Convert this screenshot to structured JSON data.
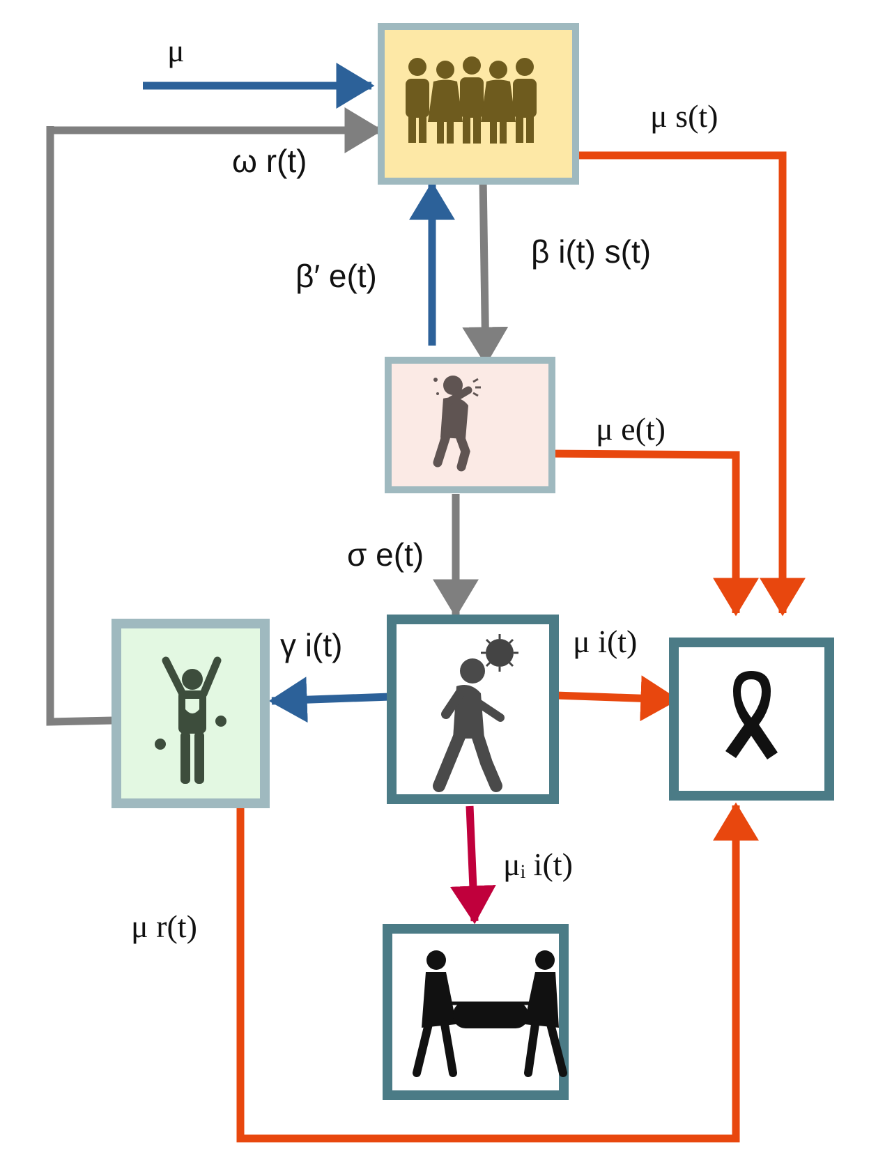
{
  "labels": {
    "birth": "μ",
    "waning": "ω r(t)",
    "death_s": "μ s(t)",
    "infection": "β i(t) s(t)",
    "return_e": "β′ e(t)",
    "death_e": "μ e(t)",
    "progression": "σ e(t)",
    "recovery": "γ i(t)",
    "death_i": "μ i(t)",
    "disease_death": "μᵢ i(t)",
    "death_r": "μ r(t)"
  },
  "colors": {
    "blue": "#2c6199",
    "gray": "#7f7f7f",
    "orange": "#e8470e",
    "crimson": "#c0003c",
    "teal_border": "#4b7b86",
    "light_border": "#9fb9bf",
    "susceptible_fill": "#fde8a6",
    "exposed_fill": "#fbeae5",
    "recovered_fill": "#e3f8e2",
    "white_fill": "#ffffff"
  },
  "icons": {
    "susceptible": "crowd-icon",
    "exposed": "coughing-person-icon",
    "infected": "virus-walking-person-icon",
    "recovered": "immune-person-icon",
    "death": "mourning-ribbon-icon",
    "disease_death": "body-carriers-icon"
  }
}
